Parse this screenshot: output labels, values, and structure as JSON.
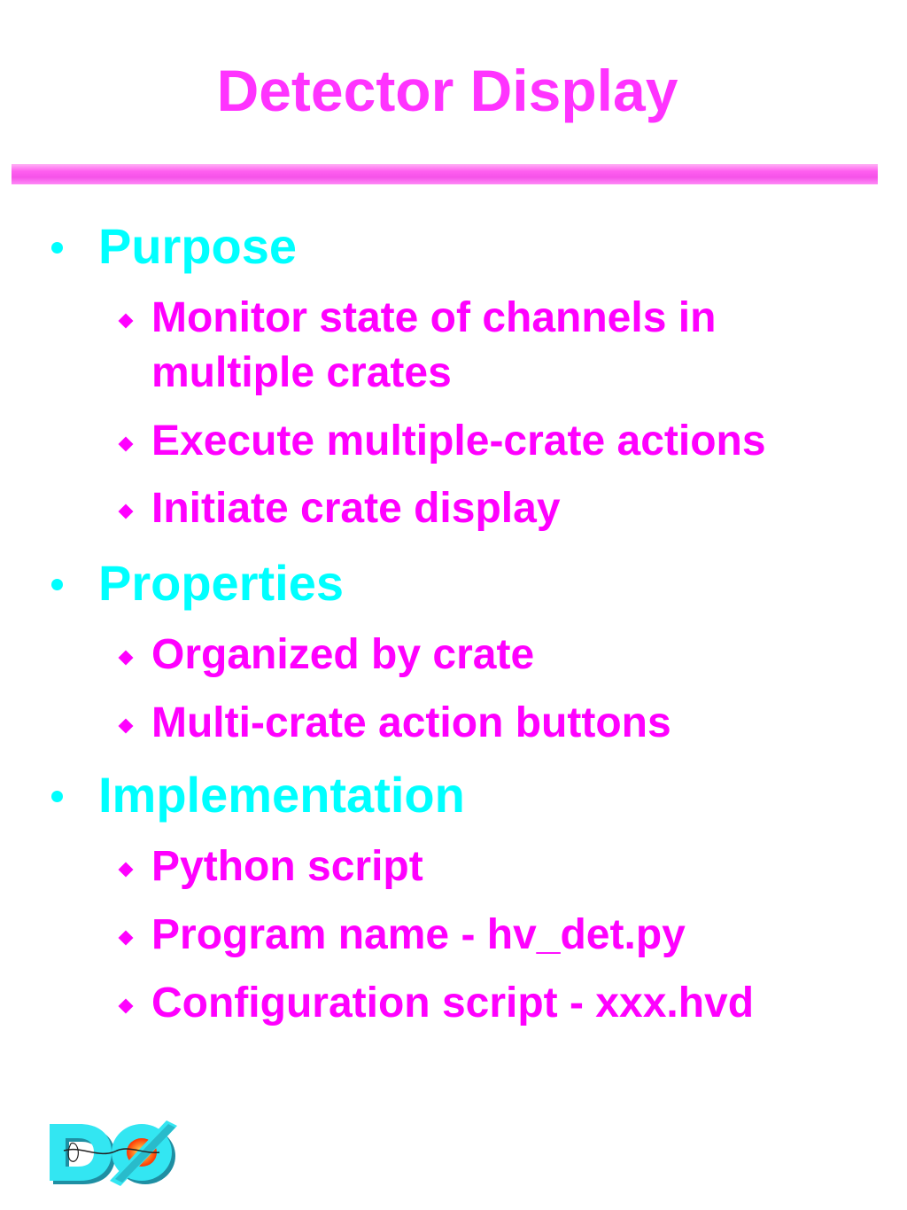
{
  "slide": {
    "title": "Detector Display",
    "sections": [
      {
        "heading": "Purpose",
        "items": [
          "Monitor state of channels in",
          "multiple crates",
          "Execute multiple-crate actions",
          "Initiate crate display"
        ]
      },
      {
        "heading": "Properties",
        "items": [
          "Organized by crate",
          "Multi-crate action buttons"
        ]
      },
      {
        "heading": "Implementation",
        "items": [
          "Python script",
          "Program name - hv_det.py",
          "Configuration script - xxx.hvd"
        ]
      }
    ]
  },
  "colors": {
    "title": "#ff33ff",
    "heading": "#00ffff",
    "item": "#ff00ff",
    "rule": "#f552e8"
  },
  "logo": {
    "icon": "d0-experiment-logo-icon",
    "text": "DØ"
  }
}
